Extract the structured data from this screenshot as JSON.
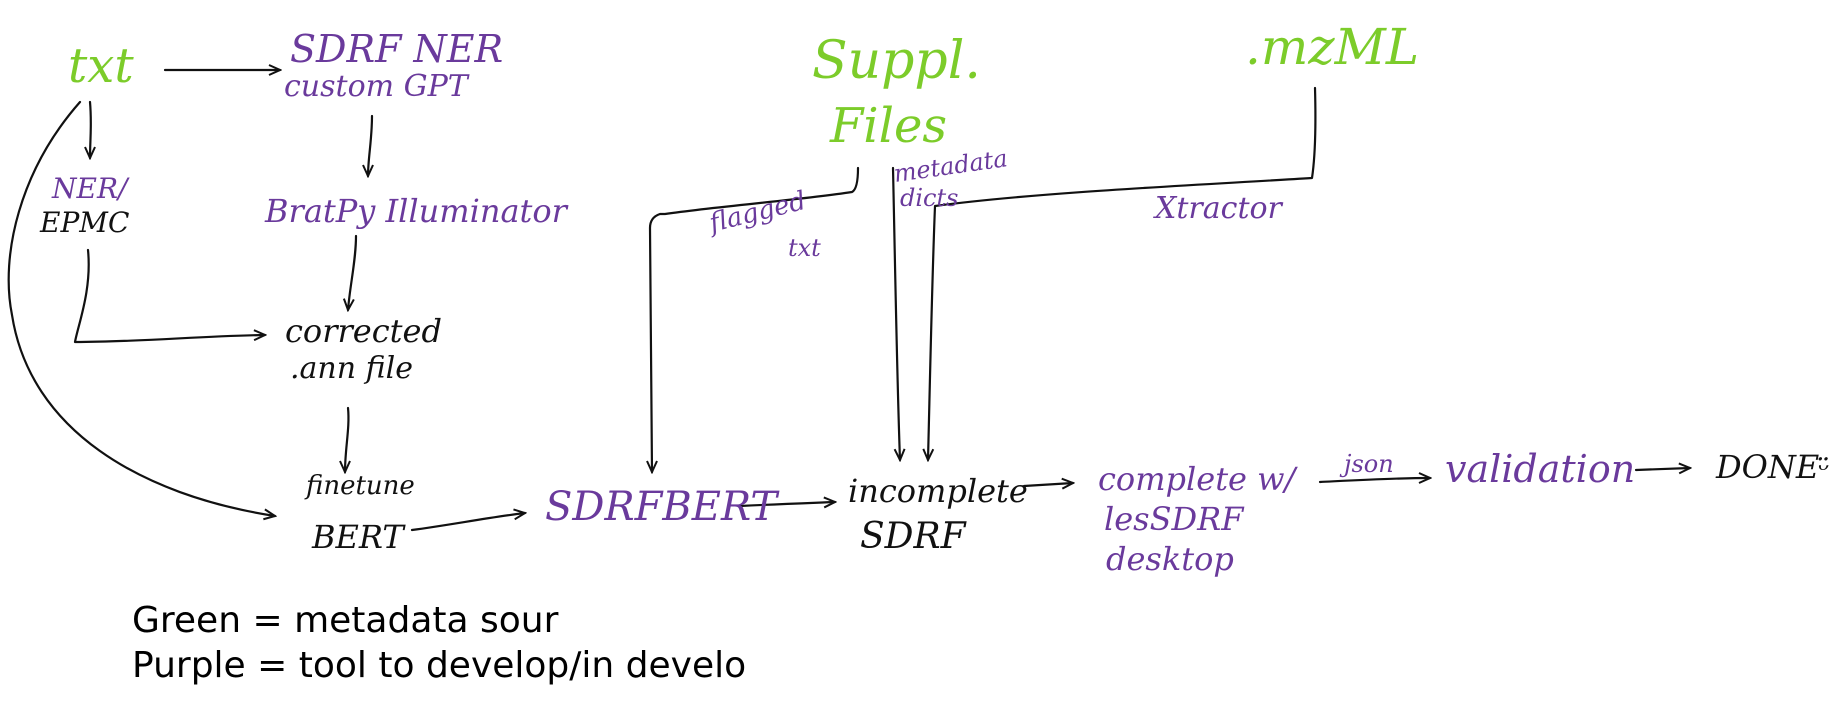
{
  "nodes": {
    "txt": "txt",
    "sdrf_ner_1": "SDRF NER",
    "sdrf_ner_2": "custom GPT",
    "ner_epmc_1": "NER/",
    "ner_epmc_2": "EPMC",
    "bratpy": "BratPy Illuminator",
    "corrected_1": "corrected",
    "corrected_2": ".ann file",
    "finetune_1": "finetune",
    "finetune_2": "BERT",
    "sdrfbert": "SDRFBERT",
    "suppl_1": "Suppl.",
    "suppl_2": "Files",
    "mzml": ".mzML",
    "flagged_1": "flagged",
    "flagged_2": "txt",
    "metadata_1": "metadata",
    "metadata_2": "dicts",
    "xtractor": "Xtractor",
    "incomplete_1": "incomplete",
    "incomplete_2": "SDRF",
    "complete_1": "complete w/",
    "complete_2": "lesSDRF",
    "complete_3": "desktop",
    "json": "json",
    "validation": "validation",
    "done": "DONE",
    "smiley": "ᵕ̈"
  },
  "legend": {
    "green": "Green = metadata sour",
    "purple": "Purple = tool to develop/in develo"
  },
  "colors": {
    "metadata_source": "#7ccc2a",
    "tool": "#6a3a9c",
    "other": "#111111"
  }
}
